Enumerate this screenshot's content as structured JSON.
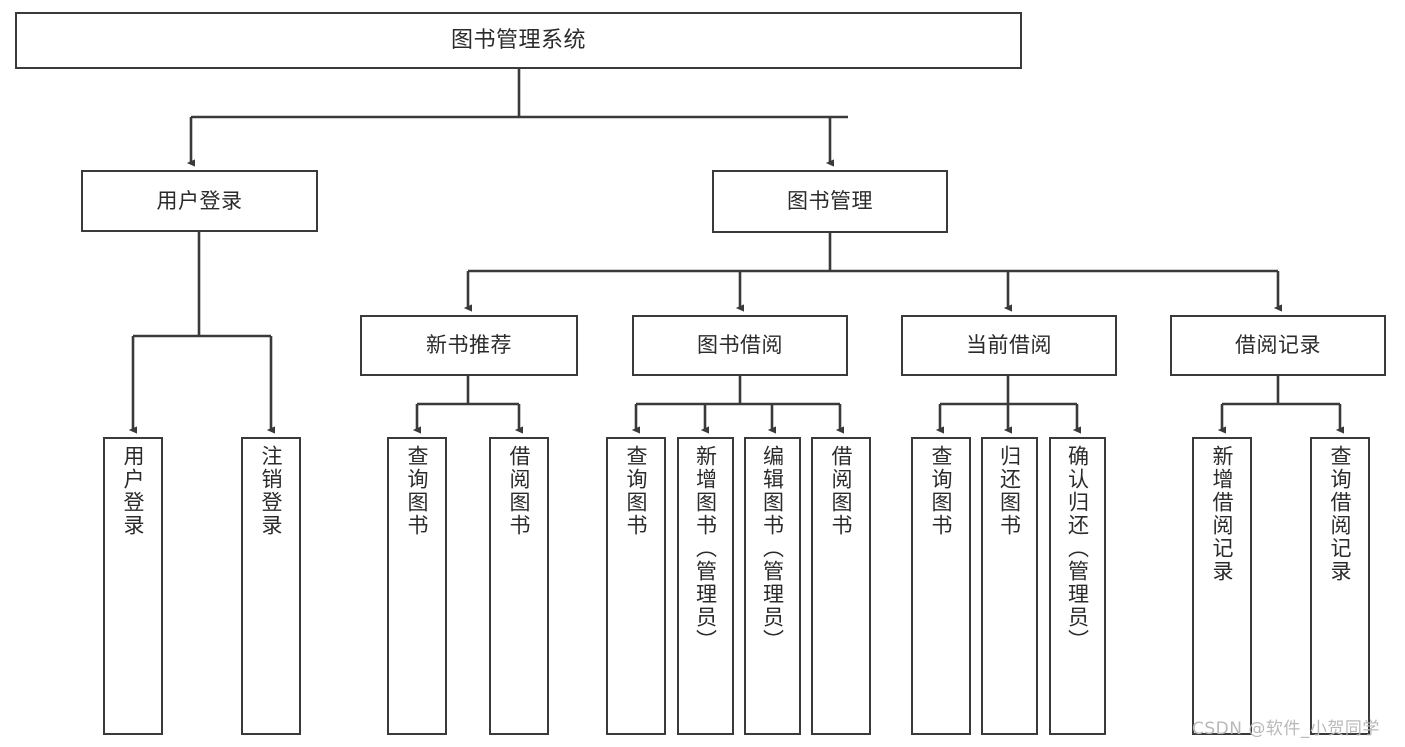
{
  "diagram": {
    "title": "图书管理系统",
    "type": "tree-hierarchy-functional-structure",
    "background_color": "#ffffff",
    "line_color": "#3a3a3a",
    "text_color": "#2b2b2b",
    "nodes": {
      "root": {
        "label": "图书管理系统"
      },
      "level1": [
        {
          "id": "user-login",
          "label": "用户登录"
        },
        {
          "id": "book-management",
          "label": "图书管理"
        }
      ],
      "level2": [
        {
          "id": "new-book-recommend",
          "label": "新书推荐"
        },
        {
          "id": "book-borrow",
          "label": "图书借阅"
        },
        {
          "id": "current-borrow",
          "label": "当前借阅"
        },
        {
          "id": "borrow-record",
          "label": "借阅记录"
        }
      ],
      "leaves": {
        "user_login": [
          {
            "id": "leaf-user-login",
            "label": "用户登录"
          },
          {
            "id": "leaf-logout-login",
            "label": "注销登录"
          }
        ],
        "new_book_recommend": [
          {
            "id": "leaf-query-book-1",
            "label": "查询图书"
          },
          {
            "id": "leaf-borrow-book-1",
            "label": "借阅图书"
          }
        ],
        "book_borrow": [
          {
            "id": "leaf-query-book-2",
            "label": "查询图书"
          },
          {
            "id": "leaf-add-book-admin",
            "label": "新增图书（管理员）"
          },
          {
            "id": "leaf-edit-book-admin",
            "label": "编辑图书（管理员）"
          },
          {
            "id": "leaf-borrow-book-2",
            "label": "借阅图书"
          }
        ],
        "current_borrow": [
          {
            "id": "leaf-query-book-3",
            "label": "查询图书"
          },
          {
            "id": "leaf-return-book",
            "label": "归还图书"
          },
          {
            "id": "leaf-confirm-return-admin",
            "label": "确认归还（管理员）"
          }
        ],
        "borrow_record": [
          {
            "id": "leaf-add-borrow-record",
            "label": "新增借阅记录"
          },
          {
            "id": "leaf-query-borrow-record",
            "label": "查询借阅记录"
          }
        ]
      }
    },
    "watermark": "CSDN @软件_小贺同学"
  }
}
